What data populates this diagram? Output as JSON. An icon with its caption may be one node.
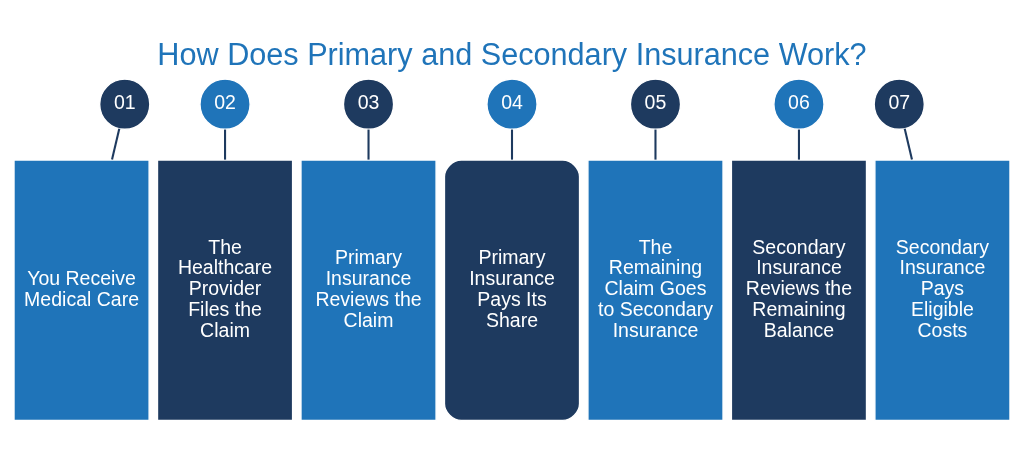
{
  "diagram": {
    "title": "How Does Primary and Secondary Insurance Work?",
    "nodes": [
      {
        "text": [
          "01"
        ]
      },
      {
        "text": [
          "You Receive Medical Care"
        ]
      },
      {
        "text": [
          "02"
        ]
      },
      {
        "text": [
          "The Healthcare Provider Files the Claim"
        ]
      },
      {
        "text": [
          "03"
        ]
      },
      {
        "text": [
          "Primary Insurance Reviews the Claim"
        ]
      },
      {
        "text": [
          "04"
        ]
      },
      {
        "text": [
          "Primary Insurance Pays Its Share"
        ]
      },
      {
        "text": [
          "05"
        ]
      },
      {
        "text": [
          "The Remaining Claim Goes to Secondary Insurance"
        ]
      },
      {
        "text": [
          "06"
        ]
      },
      {
        "text": [
          "Secondary Insurance Reviews the Remaining Balance"
        ]
      },
      {
        "text": [
          "07"
        ]
      },
      {
        "text": [
          "Secondary Insurance Pays Eligible Costs"
        ]
      }
    ],
    "edges": [
      {
        "from": 0,
        "to": 1,
        "arrow": "none"
      },
      {
        "from": 2,
        "to": 3,
        "arrow": "none"
      },
      {
        "from": 4,
        "to": 5,
        "arrow": "none"
      },
      {
        "from": 6,
        "to": 7,
        "arrow": "none"
      },
      {
        "from": 8,
        "to": 9,
        "arrow": "none"
      },
      {
        "from": 10,
        "to": 11,
        "arrow": "none"
      },
      {
        "from": 12,
        "to": 13,
        "arrow": "none"
      }
    ]
  }
}
